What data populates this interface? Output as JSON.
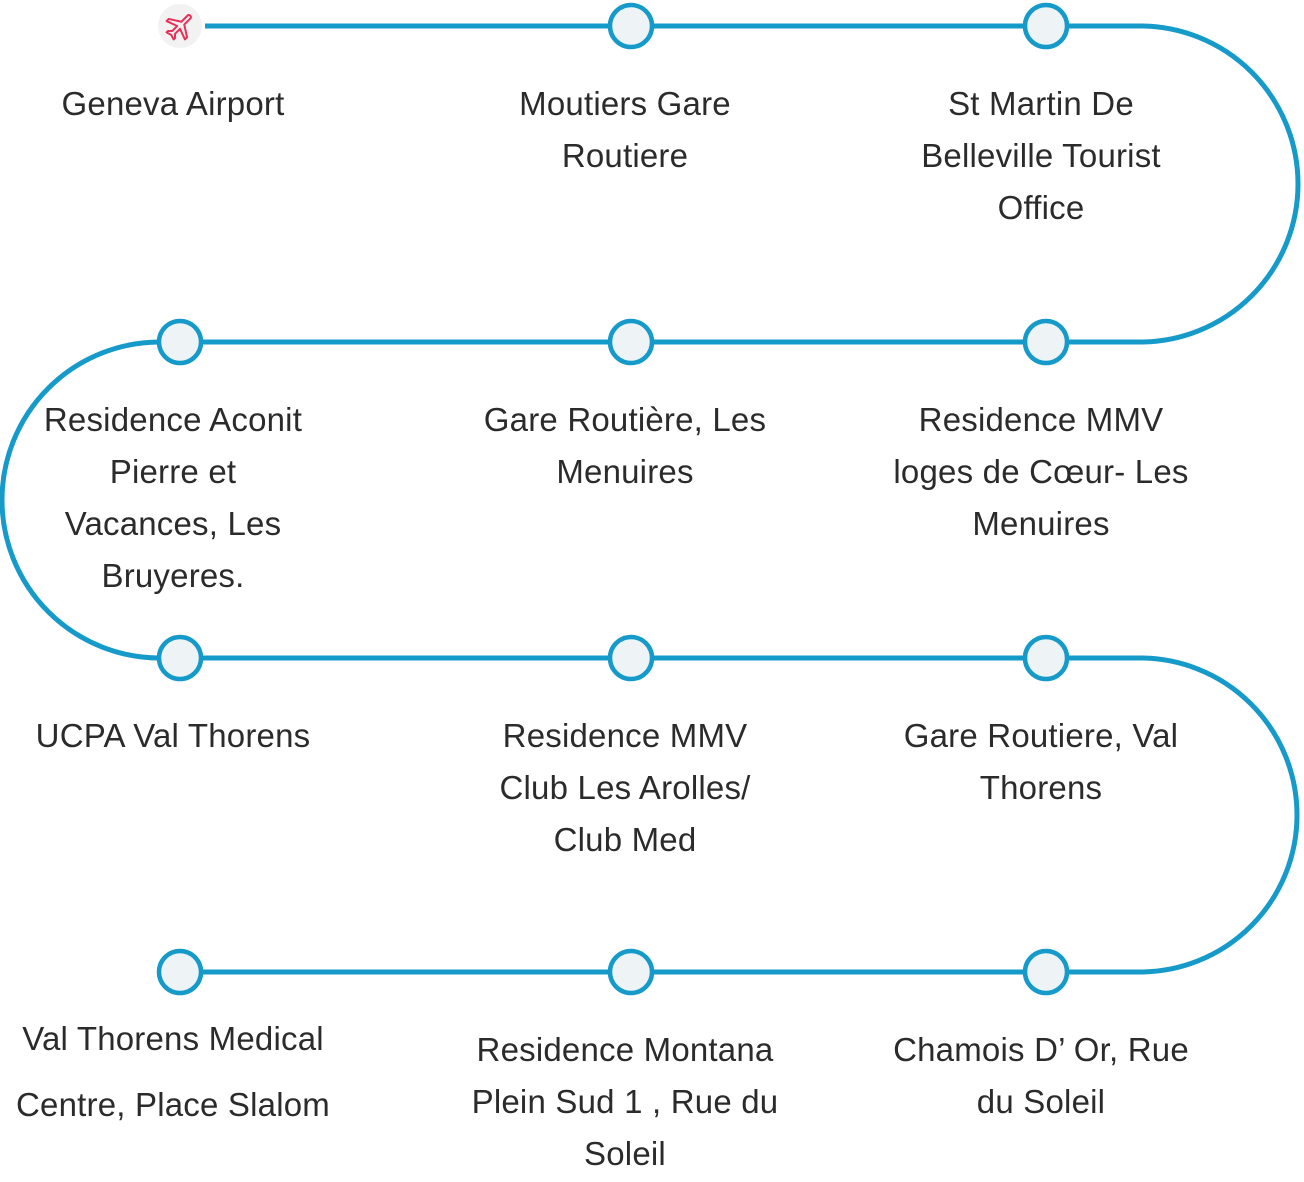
{
  "colors": {
    "route_line": "#159ac9",
    "stop_fill": "#eef3f6",
    "stop_stroke": "#159ac9",
    "airport_icon": "#e8305a",
    "airport_bg": "#f2f2f2",
    "label_text": "#2b2b2b"
  },
  "route": {
    "origin_icon": "airplane-icon",
    "stops": [
      {
        "label": "Geneva Airport"
      },
      {
        "label": "Moutiers Gare Routiere"
      },
      {
        "label": "St Martin De Belleville Tourist Office"
      },
      {
        "label": "Residence MMV loges de Cœur- Les Menuires"
      },
      {
        "label": "Gare Routière, Les Menuires"
      },
      {
        "label": "Residence Aconit Pierre et Vacances, Les Bruyeres."
      },
      {
        "label": "UCPA Val Thorens"
      },
      {
        "label": "Residence MMV Club Les Arolles/ Club Med"
      },
      {
        "label": "Gare Routiere, Val Thorens"
      },
      {
        "label": "Chamois D’ Or, Rue du Soleil"
      },
      {
        "label": "Residence Montana Plein Sud 1 , Rue du Soleil"
      },
      {
        "label": "Val Thorens Medical Centre, Place Slalom"
      }
    ]
  }
}
